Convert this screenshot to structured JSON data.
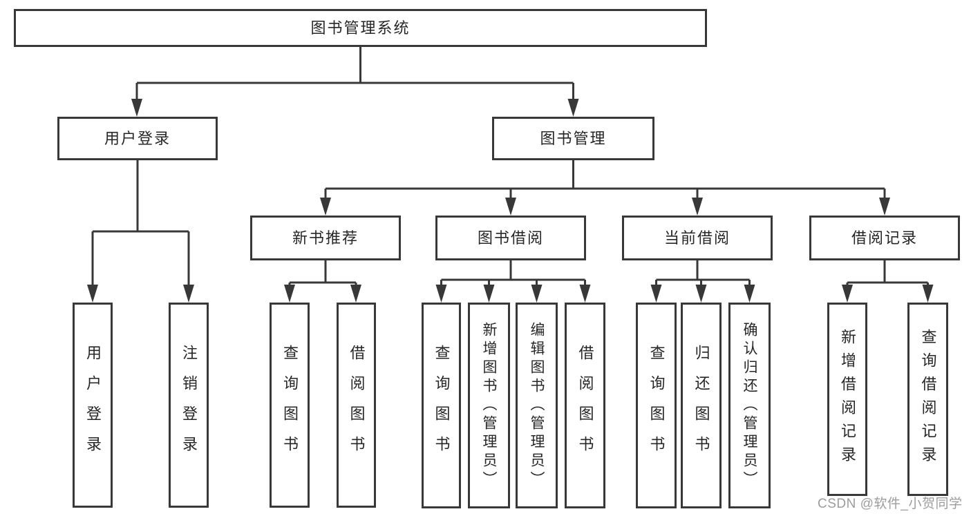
{
  "diagram": {
    "type": "tree",
    "background": "#ffffff",
    "line_color": "#383838",
    "text_color": "#262626",
    "watermark": {
      "text": "CSDN @软件_小贺同学",
      "color": "#9c9c9c"
    },
    "nodes": {
      "root": {
        "label": "图书管理系统"
      },
      "user_login": {
        "label": "用户登录"
      },
      "book_mgmt": {
        "label": "图书管理"
      },
      "login_leaf": {
        "label": "用户登录"
      },
      "logout_leaf": {
        "label": "注销登录"
      },
      "new_book_rec": {
        "label": "新书推荐"
      },
      "book_borrow": {
        "label": "图书借阅"
      },
      "current_borrow": {
        "label": "当前借阅"
      },
      "borrow_records": {
        "label": "借阅记录"
      },
      "nbr_query": {
        "label": "查询图书"
      },
      "nbr_borrow": {
        "label": "借阅图书"
      },
      "bb_query": {
        "label": "查询图书"
      },
      "bb_add": {
        "label": "新增图书（管理员）"
      },
      "bb_edit": {
        "label": "编辑图书（管理员）"
      },
      "bb_borrow": {
        "label": "借阅图书"
      },
      "cb_query": {
        "label": "查询图书"
      },
      "cb_return": {
        "label": "归还图书"
      },
      "cb_confirm": {
        "label": "确认归还（管理员）"
      },
      "br_add": {
        "label": "新增借阅记录"
      },
      "br_query": {
        "label": "查询借阅记录"
      }
    },
    "edges": [
      [
        "root",
        "user_login"
      ],
      [
        "root",
        "book_mgmt"
      ],
      [
        "user_login",
        "login_leaf"
      ],
      [
        "user_login",
        "logout_leaf"
      ],
      [
        "book_mgmt",
        "new_book_rec"
      ],
      [
        "book_mgmt",
        "book_borrow"
      ],
      [
        "book_mgmt",
        "current_borrow"
      ],
      [
        "book_mgmt",
        "borrow_records"
      ],
      [
        "new_book_rec",
        "nbr_query"
      ],
      [
        "new_book_rec",
        "nbr_borrow"
      ],
      [
        "book_borrow",
        "bb_query"
      ],
      [
        "book_borrow",
        "bb_add"
      ],
      [
        "book_borrow",
        "bb_edit"
      ],
      [
        "book_borrow",
        "bb_borrow"
      ],
      [
        "current_borrow",
        "cb_query"
      ],
      [
        "current_borrow",
        "cb_return"
      ],
      [
        "current_borrow",
        "cb_confirm"
      ],
      [
        "borrow_records",
        "br_add"
      ],
      [
        "borrow_records",
        "br_query"
      ]
    ]
  }
}
